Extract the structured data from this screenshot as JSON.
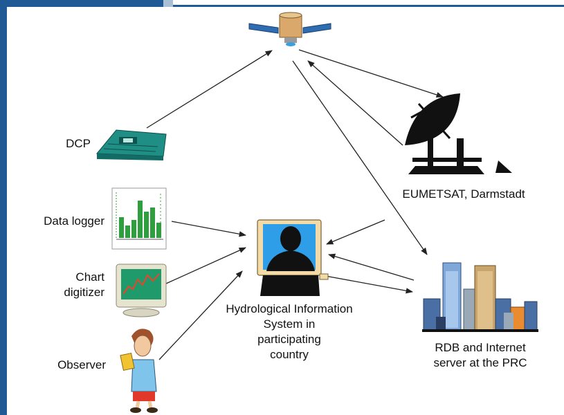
{
  "nodes": {
    "dcp": {
      "label": "DCP"
    },
    "data_logger": {
      "label": "Data logger"
    },
    "chart_digitizer": {
      "line1": "Chart",
      "line2": "digitizer"
    },
    "observer": {
      "label": "Observer"
    },
    "his": {
      "line1": "Hydrological Information",
      "line2": "System in",
      "line3": "participating",
      "line4": "country"
    },
    "eumetsat": {
      "label": "EUMETSAT, Darmstadt"
    },
    "rdb": {
      "line1": "RDB and Internet",
      "line2": "server at the PRC"
    }
  },
  "colors": {
    "frame": "#1f5a96",
    "monitor_screen": "#2f9ee8",
    "dcp_device": "#2aa198",
    "logger_bars": "#2e9e3e",
    "arrow": "#222222"
  },
  "icons": [
    "satellite-icon",
    "dcp-device-icon",
    "data-logger-chart-icon",
    "chart-digitizer-icon",
    "observer-person-icon",
    "his-workstation-icon",
    "satellite-dish-icon",
    "city-buildings-icon"
  ]
}
